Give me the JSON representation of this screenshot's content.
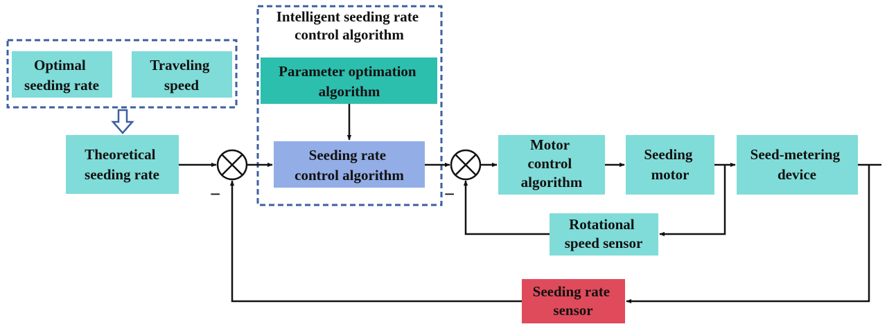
{
  "colors": {
    "block": "#80dcd8",
    "param_block": "#2cbfae",
    "control_block": "#93ade6",
    "sensor_block": "#e04b5c",
    "dashed": "#3c5fa0",
    "line": "#111111"
  },
  "group_title": [
    "Intelligent seeding rate",
    "control algorithm"
  ],
  "blocks": {
    "optimal": [
      "Optimal",
      "seeding rate"
    ],
    "traveling": [
      "Traveling",
      "speed"
    ],
    "theoretical": [
      "Theoretical",
      "seeding rate"
    ],
    "param": [
      "Parameter optimation",
      "algorithm"
    ],
    "control": [
      "Seeding rate",
      "control algorithm"
    ],
    "motor_ctrl": [
      "Motor",
      "control",
      "algorithm"
    ],
    "motor": [
      "Seeding",
      "motor"
    ],
    "metering": [
      "Seed-metering",
      "device"
    ],
    "rot_sensor": [
      "Rotational",
      "speed sensor"
    ],
    "rate_sensor": [
      "Seeding rate",
      "sensor"
    ]
  },
  "minus_sign": "−"
}
